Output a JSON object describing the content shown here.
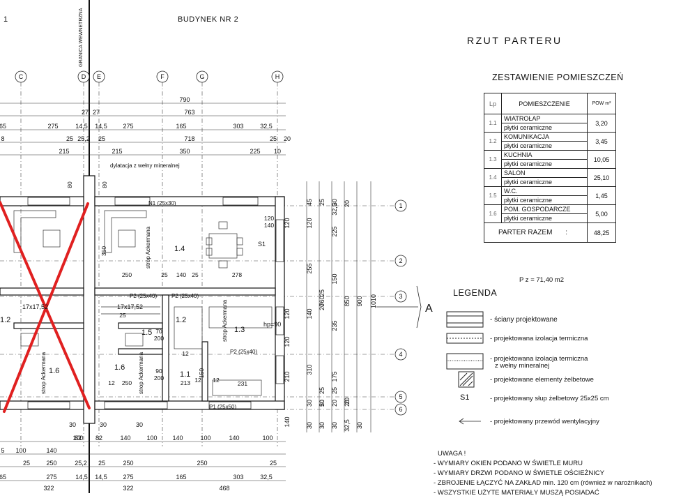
{
  "building_label": "BUDYNEK NR 2",
  "sheet_number": "1",
  "boundary_label": "GRANICA WEWNETRZNA",
  "plan_title": "RZUT PARTERU",
  "rooms_table": {
    "title": "ZESTAWIENIE POMIESZCZEŃ",
    "header_lp": "Lp",
    "header_room": "POMIESZCZENIE",
    "header_area": "POW m²",
    "rows": [
      {
        "no": "1.1",
        "name": "WIATROŁAP",
        "finish": "płytki ceramiczne",
        "area": "3,20"
      },
      {
        "no": "1.2",
        "name": "KOMUNIKACJA",
        "finish": "płytki ceramiczne",
        "area": "3,45"
      },
      {
        "no": "1.3",
        "name": "KUCHNIA",
        "finish": "płytki ceramiczne",
        "area": "10,05"
      },
      {
        "no": "1.4",
        "name": "SALON",
        "finish": "płytki ceramiczne",
        "area": "25,10"
      },
      {
        "no": "1.5",
        "name": "W.C.",
        "finish": "płytki ceramiczne",
        "area": "1,45"
      },
      {
        "no": "1.6",
        "name": "POM. GOSPODARCZE",
        "finish": "płytki ceramiczne",
        "area": "5,00"
      }
    ],
    "total_label": "PARTER RAZEM",
    "total_colon": ":",
    "total_value": "48,25",
    "pz": "P z = 71,40 m2"
  },
  "legend": {
    "title": "LEGENDA",
    "items": [
      "- ściany projektowane",
      "- projektowana izolacja termiczna",
      "- projektowana izolacja termiczna",
      "z wełny mineralnej",
      "- projektowane elementy żelbetowe",
      "S1",
      "- projektowany słup żelbetowy 25x25 cm",
      "- projektowany przewód wentylacyjny"
    ]
  },
  "notes": {
    "title": "UWAGA !",
    "lines": [
      "- WYMIARY OKIEN PODANO W ŚWIETLE MURU",
      "- WYMIARY DRZWI PODANO W ŚWIETLE OŚCIEŻNICY",
      "- ZBROJENIE ŁĄCZYĆ NA ZAKŁAD min. 120 cm (również w narożnikach)",
      "- WSZYSTKIE UŻYTE MATERIAŁY MUSZĄ POSIADAĆ"
    ]
  },
  "section_marker": "A",
  "grid_columns": [
    "C",
    "D",
    "E",
    "F",
    "G",
    "H"
  ],
  "grid_rows": [
    "1",
    "2",
    "3",
    "4",
    "5",
    "6"
  ],
  "top_dims": {
    "row1": [
      "790"
    ],
    "row2": [
      "27",
      "27",
      "763"
    ],
    "row3": [
      "65",
      "275",
      "14,5",
      "14,5",
      "275",
      "165",
      "303",
      "32,5"
    ],
    "row4": [
      "8",
      "25",
      "25,2",
      "25",
      "718",
      "25",
      "20"
    ],
    "row5": [
      "215",
      "215",
      "350",
      "225",
      "10"
    ]
  },
  "bottom_dims": {
    "row1": [
      "30",
      "82",
      "30",
      "82",
      "30"
    ],
    "row2": [
      "5",
      "100",
      "140",
      "100",
      "140",
      "100",
      "140",
      "100",
      "140",
      "100"
    ],
    "row3": [
      "25",
      "250",
      "25,2",
      "25",
      "250",
      "250",
      "25"
    ],
    "row4": [
      "65",
      "275",
      "14,5",
      "14,5",
      "275",
      "165",
      "303",
      "32,5"
    ],
    "row5": [
      "322",
      "322",
      "468"
    ]
  },
  "right_dims": {
    "col1": [
      "45",
      "120",
      "120",
      "255",
      "120",
      "140",
      "120",
      "210",
      "30",
      "30",
      "30"
    ],
    "col2": [
      "25",
      "30",
      "25",
      "20",
      "25",
      "20",
      "25",
      "20",
      "30"
    ],
    "col3": [
      "32,5",
      "225",
      "150",
      "235",
      "310",
      "50",
      "20",
      "32,5"
    ],
    "col4": [
      "20",
      "760",
      "175",
      "140",
      "20",
      "30"
    ],
    "col5": [
      "850",
      "900",
      "1010"
    ]
  },
  "plan_labels": {
    "dilatation": "dylatacja z wełny mineralnej",
    "n1": "N1 (25x30)",
    "p1": "P1 (25x50)",
    "p2a": "P2 (25x40)",
    "p2b": "P2 (25x40)",
    "p2c": "P2 (25x40)",
    "stair": "17x17,52",
    "stair_left": "17x17,52",
    "hp": "hp=90",
    "strop1": "strop Ackermana",
    "strop2": "strop Ackermana",
    "strop3": "strop Ackermana",
    "strop4": "strop Ackermana",
    "room_1_1": "1.1",
    "room_1_2": "1.2",
    "room_1_3": "1.3",
    "room_1_4": "1.4",
    "room_1_5": "1.5",
    "room_1_6": "1.6",
    "room_left_1_6": "1.6",
    "room_left_1_2": "1.2",
    "s1": "S1",
    "misc": [
      "250",
      "25",
      "140",
      "25",
      "278",
      "25",
      "70",
      "200",
      "90",
      "200",
      "213",
      "12",
      "150",
      "12",
      "231",
      "12",
      "250",
      "12",
      "350",
      "80",
      "80",
      "120",
      "140"
    ]
  },
  "colors": {
    "line": "#222222",
    "cross": "#e02020",
    "hatch": "#666666"
  }
}
